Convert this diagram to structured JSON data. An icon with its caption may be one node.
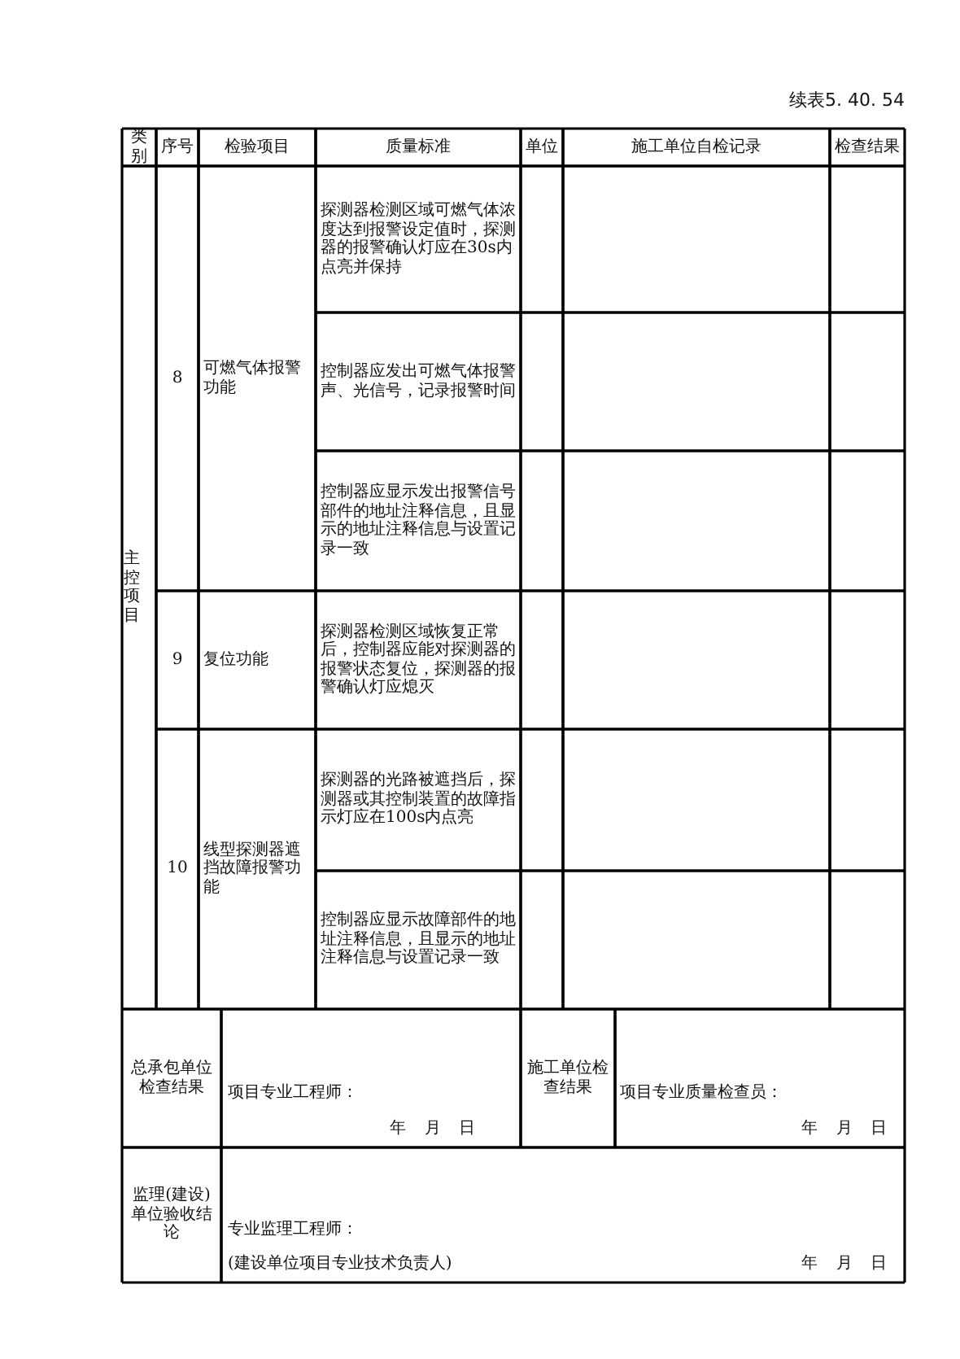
{
  "diagram": {
    "labels": [
      "续表5. 40. 54",
      "类别",
      "序号",
      "检验项目",
      "质量标准",
      "单位",
      "施工单位自检记录",
      "检查结果",
      "主控项目",
      "8",
      "可燃气体报警功能",
      "探测器检测区域可燃气体浓度达到报警设定值时，探测器的报警确认灯应在30s内点亮并保持",
      "控制器应发出可燃气体报警声、光信号，记录报警时间",
      "控制器应显示发出报警信号部件的地址注释信息，且显示的地址注释信息与设置记录一致",
      "9",
      "复位功能",
      "探测器检测区域恢复正常后，控制器应能对探测器的报警状态复位，探测器的报警确认灯应熄灭",
      "10",
      "线型探测器遮挡故障报警功能",
      "探测器的光路被遮挡后，探测器或其控制装置的故障指示灯应在100s内点亮",
      "控制器应显示故障部件的地址注释信息，且显示的地址注释信息与设置记录一致",
      "总承包单位检查结果",
      "项目专业工程师：",
      "年 月 日",
      "施工单位检查结果",
      "项目专业质量检查员：",
      "年 月 日",
      "监理(建设)单位验收结论",
      "专业监理工程师：",
      "(建设单位项目专业技术负责人)",
      "年 月 日"
    ]
  }
}
